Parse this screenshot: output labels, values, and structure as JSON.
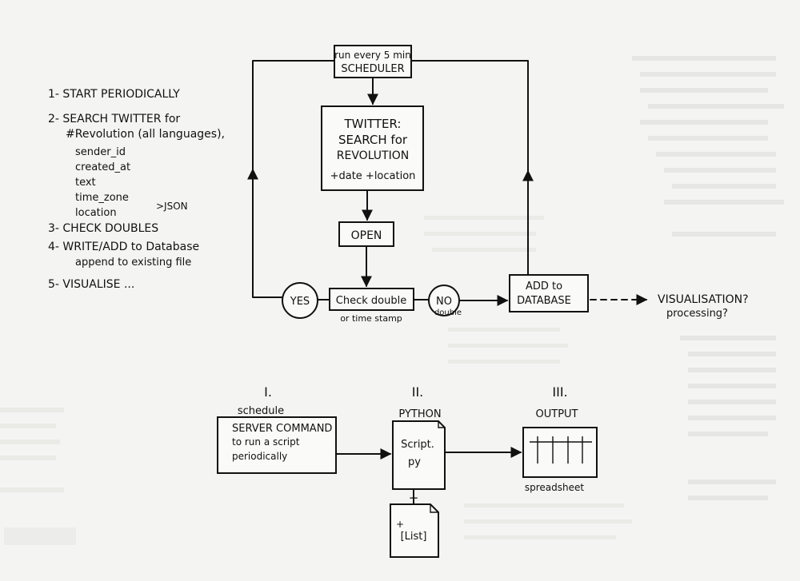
{
  "steps": [
    "1- START PERIODICALLY",
    "2- SEARCH TWITTER for",
    "#Revolution (all languages),",
    "sender_id",
    "created_at",
    "text",
    "time_zone",
    "location",
    ">JSON",
    "3- CHECK DOUBLES",
    "4- WRITE/ADD to Database",
    "append to existing file",
    "5- VISUALISE ..."
  ],
  "flow": {
    "scheduler_line1": "run every 5 min",
    "scheduler_line2": "SCHEDULER",
    "twitter_line1": "TWITTER:",
    "twitter_line2": "SEARCH for",
    "twitter_line3": "REVOLUTION",
    "twitter_line4": "+date +location",
    "open": "OPEN",
    "yes": "YES",
    "check_double": "Check double",
    "check_sub": "or time stamp",
    "no": "NO",
    "no_sub": "double",
    "add_line1": "ADD to",
    "add_line2": "DATABASE",
    "visualisation": "VISUALISATION?",
    "processing": "processing?"
  },
  "pipeline": {
    "roman1": "I.",
    "roman2": "II.",
    "roman3": "III.",
    "schedule_label": "schedule",
    "server_line1": "SERVER COMMAND",
    "server_line2": "to run a script",
    "server_line3": "periodically",
    "python_label": "PYTHON",
    "script_line1": "Script.",
    "script_line2": "py",
    "plus": "+",
    "list_plus": "+",
    "list_text": "[List]",
    "output_label": "OUTPUT",
    "spreadsheet": "spreadsheet"
  }
}
